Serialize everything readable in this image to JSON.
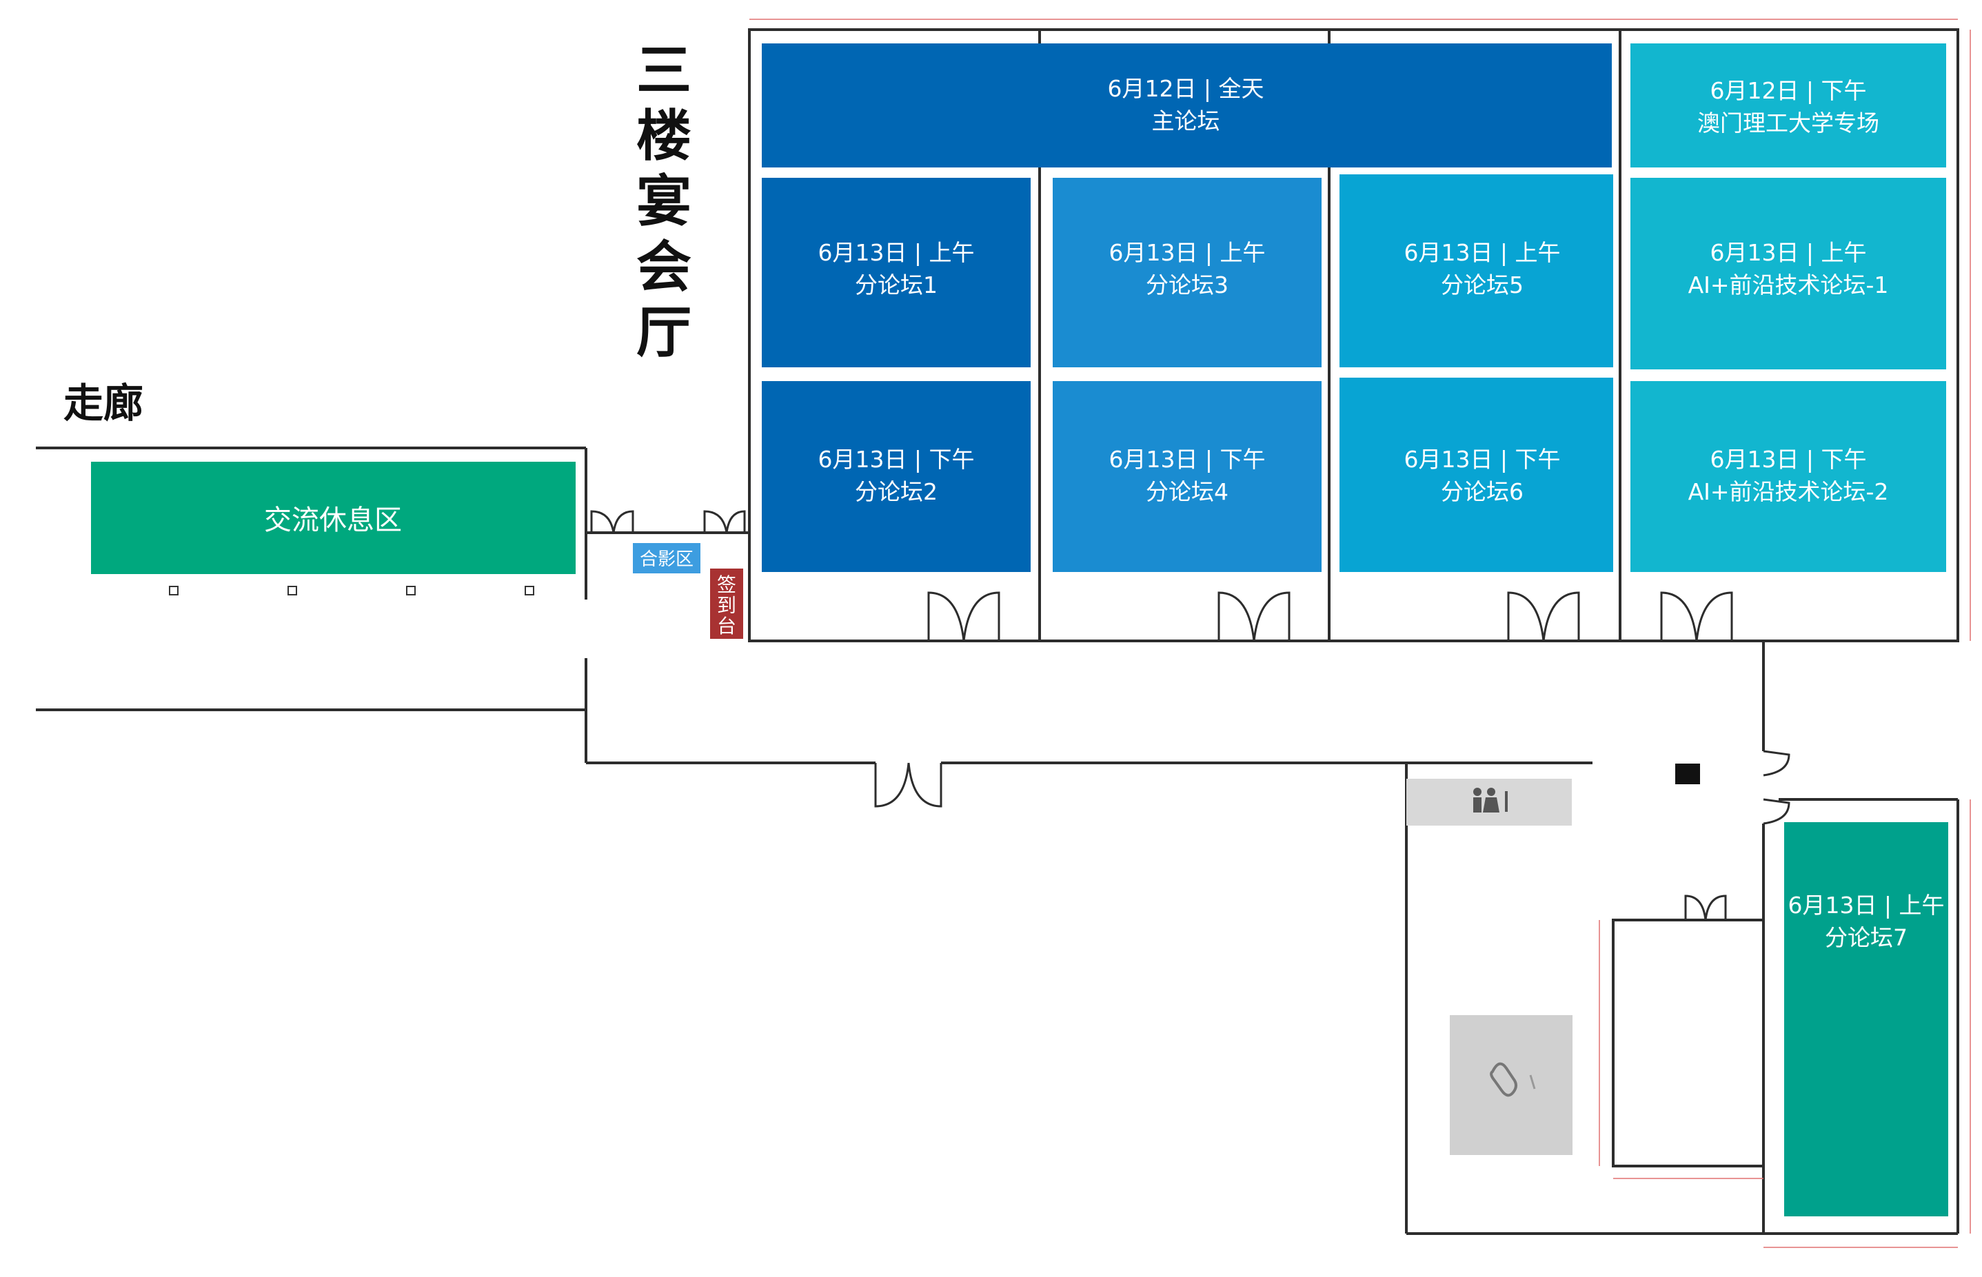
{
  "hall_title_chars": [
    "三",
    "楼",
    "宴",
    "会",
    "厅"
  ],
  "corridor_label": "走廊",
  "photo_area_label": "合影区",
  "checkin_chars": [
    "签",
    "到",
    "台"
  ],
  "lounge_label": "交流休息区",
  "colors": {
    "deep_blue": "#0066b3",
    "mid_blue": "#1a8cd1",
    "light_blue": "#08a4d3",
    "cyan": "#12b6cf",
    "green": "#00a87e",
    "teal": "#00a18c",
    "photo_blue": "#3d9de0",
    "checkin_red": "#a83232",
    "wall": "#2d2d2d"
  },
  "rooms": [
    {
      "id": "main-forum",
      "line1": "6月12日 | 全天",
      "line2": "主论坛"
    },
    {
      "id": "macau-special",
      "line1": "6月12日 | 下午",
      "line2": "澳门理工大学专场"
    },
    {
      "id": "forum-1",
      "line1": "6月13日 | 上午",
      "line2": "分论坛1"
    },
    {
      "id": "forum-3",
      "line1": "6月13日 | 上午",
      "line2": "分论坛3"
    },
    {
      "id": "forum-5",
      "line1": "6月13日 | 上午",
      "line2": "分论坛5"
    },
    {
      "id": "ai-forum-1",
      "line1": "6月13日 | 上午",
      "line2": "AI+前沿技术论坛-1"
    },
    {
      "id": "forum-2",
      "line1": "6月13日 | 下午",
      "line2": "分论坛2"
    },
    {
      "id": "forum-4",
      "line1": "6月13日 | 下午",
      "line2": "分论坛4"
    },
    {
      "id": "forum-6",
      "line1": "6月13日 | 下午",
      "line2": "分论坛6"
    },
    {
      "id": "ai-forum-2",
      "line1": "6月13日 | 下午",
      "line2": "AI+前沿技术论坛-2"
    },
    {
      "id": "forum-7",
      "line1": "6月13日 | 上午",
      "line2": "分论坛7"
    }
  ],
  "icons": [
    "restroom-icon",
    "escalator-icon",
    "pillar-icon"
  ]
}
